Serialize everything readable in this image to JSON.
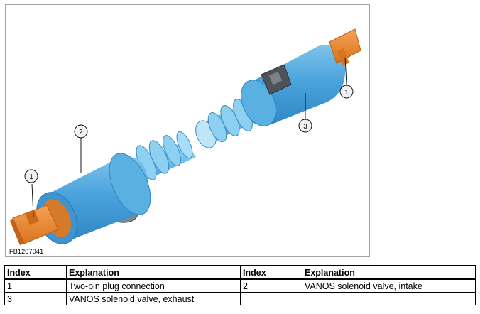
{
  "figure": {
    "id_label": "FB1207041",
    "callouts": [
      {
        "id": "callout-1-left",
        "label": "1"
      },
      {
        "id": "callout-2",
        "label": "2"
      },
      {
        "id": "callout-1-right",
        "label": "1"
      },
      {
        "id": "callout-3",
        "label": "3"
      }
    ]
  },
  "table": {
    "headers": [
      "Index",
      "Explanation",
      "Index",
      "Explanation"
    ],
    "rows": [
      [
        "1",
        "Two-pin plug connection",
        "2",
        "VANOS solenoid valve, intake"
      ],
      [
        "3",
        "VANOS solenoid valve, exhaust",
        "",
        ""
      ]
    ]
  }
}
